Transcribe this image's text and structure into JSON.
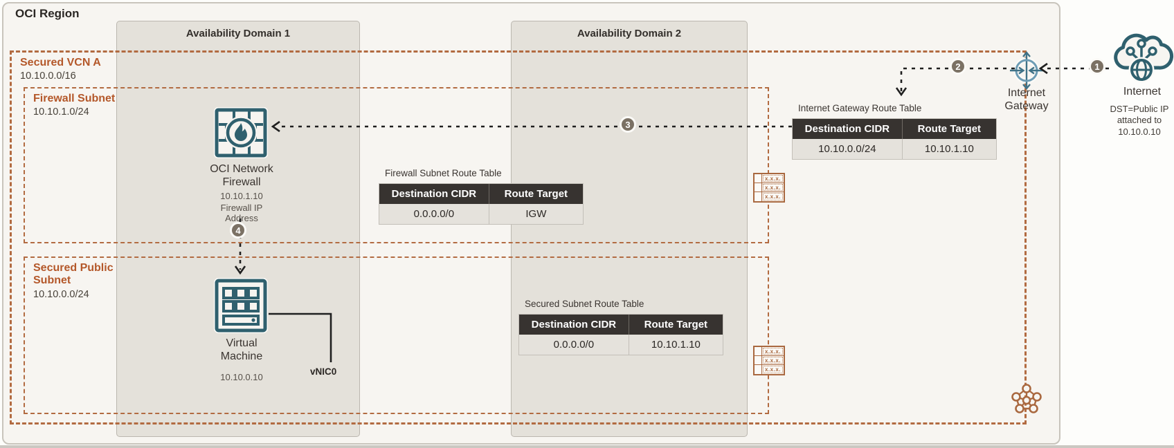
{
  "colors": {
    "accent_sienna": "#b26b41",
    "label_orange": "#b4582a",
    "icon_teal": "#2f606e",
    "gateway_blue": "#6d9cb4",
    "badge_brown": "#7b7164",
    "table_header_bg": "#373330",
    "table_row_bg": "#e5e2dc",
    "ad_fill": "#e4e1da",
    "region_fill": "#f7f5f1",
    "arrow_black": "#1f1f1f"
  },
  "region": {
    "label": "OCI Region"
  },
  "availability_domains": [
    {
      "label": "Availability Domain 1"
    },
    {
      "label": "Availability Domain 2"
    }
  ],
  "vcn": {
    "label": "Secured VCN A",
    "cidr": "10.10.0.0/16"
  },
  "subnets": [
    {
      "label": "Firewall Subnet",
      "cidr": "10.10.1.0/24"
    },
    {
      "label": "Secured Public Subnet",
      "cidr": "10.10.0.0/24"
    }
  ],
  "nodes": {
    "firewall": {
      "title": "OCI Network Firewall",
      "ip": "10.10.1.10",
      "caption": "Firewall IP Address"
    },
    "virtual_machine": {
      "title": "Virtual Machine",
      "ip": "10.10.0.10",
      "nic_label": "vNIC0"
    },
    "internet_gateway": {
      "label": "Internet Gateway"
    },
    "internet": {
      "label": "Internet",
      "note": "DST=Public IP attached to 10.10.0.10"
    }
  },
  "route_tables": [
    {
      "title": "Internet Gateway Route Table",
      "headers": [
        "Destination CIDR",
        "Route Target"
      ],
      "rows": [
        [
          "10.10.0.0/24",
          "10.10.1.10"
        ]
      ]
    },
    {
      "title": "Firewall Subnet Route Table",
      "headers": [
        "Destination CIDR",
        "Route Target"
      ],
      "rows": [
        [
          "0.0.0.0/0",
          "IGW"
        ]
      ]
    },
    {
      "title": "Secured Subnet Route Table",
      "headers": [
        "Destination CIDR",
        "Route Target"
      ],
      "rows": [
        [
          "0.0.0.0/0",
          "10.10.1.10"
        ]
      ]
    }
  ],
  "flow_steps": [
    "1",
    "2",
    "3",
    "4"
  ],
  "route_icon_text": "x.x.x."
}
